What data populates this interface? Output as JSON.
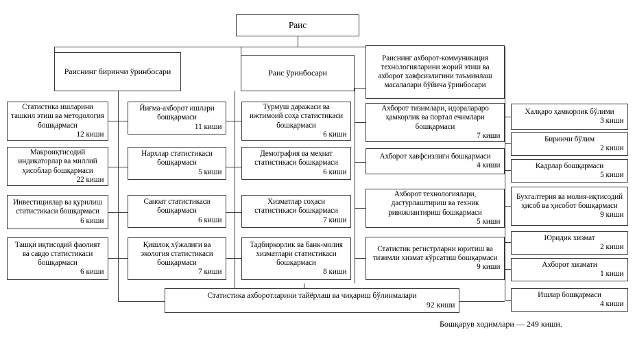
{
  "chart_data": {
    "type": "diagram",
    "title": "Organizational structure chart",
    "total_note": "Бошқарув ходимлари — 249 киши."
  },
  "root": {
    "label": "Раис"
  },
  "deputies": {
    "first": {
      "label": "Раиснинг биринчи ўринбосари"
    },
    "second": {
      "label": "Раис ўринбосари"
    },
    "it": {
      "label": "Раиснинг ахборот-коммуникация технологияларини жорий этиш ва ахборот хавфсизлигини таъминлаш масалалари бўйича ўринбосари"
    }
  },
  "column1": [
    {
      "label": "Статистика ишларини ташкил этиш ва методология бошқармаси",
      "count": "12 киши"
    },
    {
      "label": "Макроиқтисодий индикаторлар ва миллий ҳисоблар бошқармаси",
      "count": "22 киши"
    },
    {
      "label": "Инвестициялар ва қурилиш статистикаси бошқармаси",
      "count": "6 киши"
    },
    {
      "label": "Ташқи иқтисодий фаолият ва савдо статистикаси бошқармаси",
      "count": "6 киши"
    }
  ],
  "column2": [
    {
      "label": "Йиғма-ахборот ишлари бошқармаси",
      "count": "11 киши"
    },
    {
      "label": "Нархлар статистикаси бошқармаси",
      "count": "5 киши"
    },
    {
      "label": "Саноат статистикаси бошқармаси",
      "count": "6 киши"
    },
    {
      "label": "Қишлоқ хўжалиги ва экология статистикаси бошқармаси",
      "count": "7 киши"
    }
  ],
  "column3": [
    {
      "label": "Турмуш даражаси ва ижтимоий соҳа статистикаси бошқармаси",
      "count": "6 киши"
    },
    {
      "label": "Демография ва меҳнат статистикаси бошқармаси",
      "count": "6 киши"
    },
    {
      "label": "Хизматлар соҳаси статистикаси бошқармаси",
      "count": "7 киши"
    },
    {
      "label": "Тадбиркорлик ва банк-молия хизматлари статистикаси бошқармаси",
      "count": "8 киши"
    }
  ],
  "column4": [
    {
      "label": "Ахборот тизимлари, идоралараро ҳамкорлик ва портал ечимлари бошқармаси",
      "count": "7 киши"
    },
    {
      "label": "Ахборот хавфсизлиги бошқармаси",
      "count": "4 киши"
    },
    {
      "label": "Ахборот технологиялари, дастурлаштириш ва техник ривожлантириш бошқармаси",
      "count": "5 киши"
    },
    {
      "label": "Статистик регистрларни юритиш ва тизимли хизмат кўрсатиш бошқармаси",
      "count": "9 киши"
    }
  ],
  "column5": [
    {
      "label": "Халқаро ҳамкорлик бўлими",
      "count": "3 киши"
    },
    {
      "label": "Биринчи бўлим",
      "count": "2 киши"
    },
    {
      "label": "Кадрлар бошқармаси",
      "count": "5 киши"
    },
    {
      "label": "Бухгалтерия ва молия-иқтисодий ҳисоб ва ҳисобот бошқармаси",
      "count": "9 киши"
    },
    {
      "label": "Юридик хизмат",
      "count": "2 киши"
    },
    {
      "label": "Ахборот хизмати",
      "count": "1 киши"
    },
    {
      "label": "Ишлар бошқармаси",
      "count": "4 киши"
    }
  ],
  "bottom": {
    "label": "Статистика ахборотларини тайёрлаш ва чиқариш бўлинмалари",
    "count": "92 киши"
  }
}
